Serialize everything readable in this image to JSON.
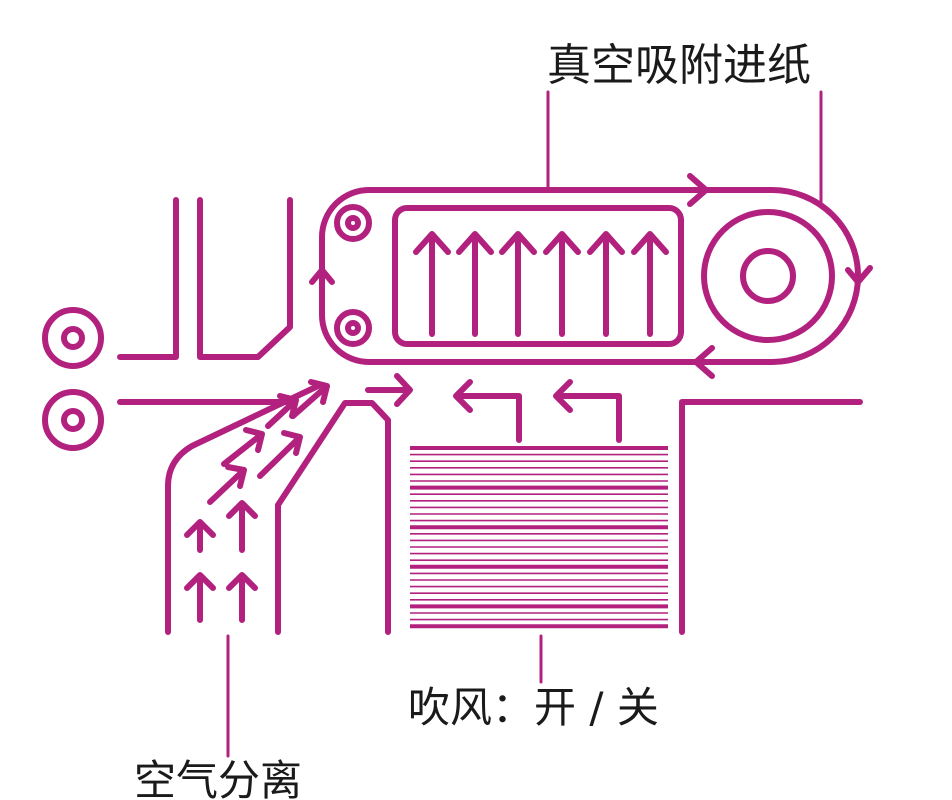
{
  "labels": {
    "vacuum_feed": "真空吸附进纸",
    "air_blow": "吹风：开 / 关",
    "air_separation": "空气分离"
  },
  "colors": {
    "stroke": "#b3217f",
    "text": "#1a1a1a",
    "background": "#ffffff"
  }
}
